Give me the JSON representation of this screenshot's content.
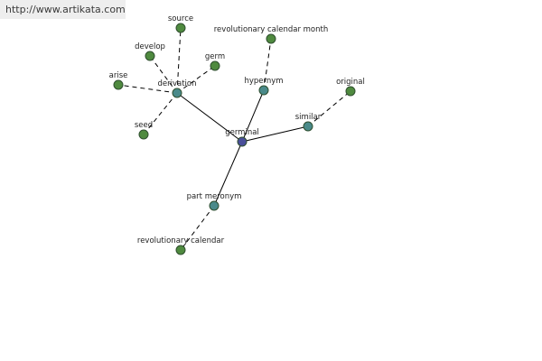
{
  "watermark": {
    "text": "http://www.artikata.com"
  },
  "colors": {
    "center": "#4a4f9a",
    "relation": "#4a8a8a",
    "leaf": "#4f8a3f",
    "stroke": "#2f4f2f",
    "edge": "#000000"
  },
  "graph": {
    "nodes": [
      {
        "id": "germinal",
        "label": "germinal",
        "kind": "center"
      },
      {
        "id": "derivation",
        "label": "derivation",
        "kind": "relation"
      },
      {
        "id": "hypernym",
        "label": "hypernym",
        "kind": "relation"
      },
      {
        "id": "similar",
        "label": "similar",
        "kind": "relation"
      },
      {
        "id": "part-meronym",
        "label": "part meronym",
        "kind": "relation"
      },
      {
        "id": "source",
        "label": "source",
        "kind": "leaf"
      },
      {
        "id": "develop",
        "label": "develop",
        "kind": "leaf"
      },
      {
        "id": "germ",
        "label": "germ",
        "kind": "leaf"
      },
      {
        "id": "arise",
        "label": "arise",
        "kind": "leaf"
      },
      {
        "id": "seed",
        "label": "seed",
        "kind": "leaf"
      },
      {
        "id": "revolutionary-calendar-month",
        "label": "revolutionary calendar month",
        "kind": "leaf"
      },
      {
        "id": "original",
        "label": "original",
        "kind": "leaf"
      },
      {
        "id": "revolutionary-calendar",
        "label": "revolutionary calendar",
        "kind": "leaf"
      }
    ],
    "edges": [
      {
        "from": "germinal",
        "to": "derivation",
        "style": "solid"
      },
      {
        "from": "germinal",
        "to": "hypernym",
        "style": "solid"
      },
      {
        "from": "germinal",
        "to": "similar",
        "style": "solid"
      },
      {
        "from": "germinal",
        "to": "part-meronym",
        "style": "solid"
      },
      {
        "from": "derivation",
        "to": "source",
        "style": "dashed"
      },
      {
        "from": "derivation",
        "to": "develop",
        "style": "dashed"
      },
      {
        "from": "derivation",
        "to": "germ",
        "style": "dashed"
      },
      {
        "from": "derivation",
        "to": "arise",
        "style": "dashed"
      },
      {
        "from": "derivation",
        "to": "seed",
        "style": "dashed"
      },
      {
        "from": "hypernym",
        "to": "revolutionary-calendar-month",
        "style": "dashed"
      },
      {
        "from": "similar",
        "to": "original",
        "style": "dashed"
      },
      {
        "from": "part-meronym",
        "to": "revolutionary-calendar",
        "style": "dashed"
      }
    ]
  }
}
